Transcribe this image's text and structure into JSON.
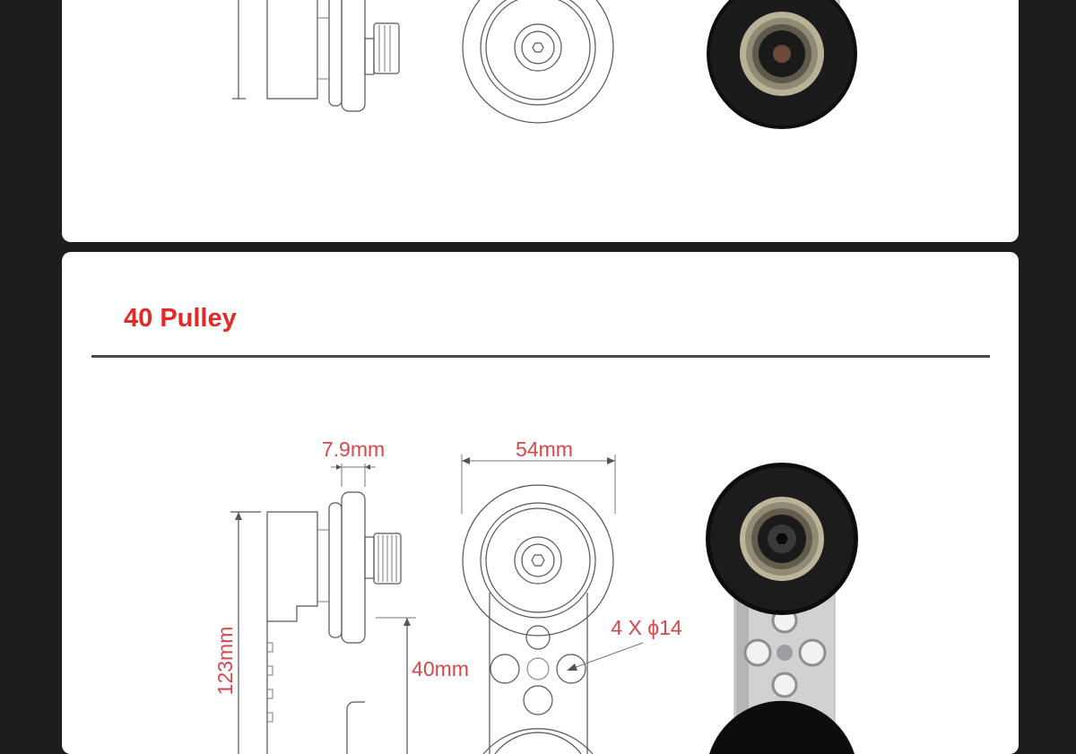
{
  "section2": {
    "title": "40 Pulley",
    "dimensions": {
      "thickness": "7.9mm",
      "width": "54mm",
      "height": "123mm",
      "spacing": "40mm",
      "holes": "4 X ϕ14"
    }
  },
  "colors": {
    "background": "#1c1d1f",
    "card": "#ffffff",
    "title": "#e42a26",
    "dimension_text": "#d7474b",
    "divider": "#4a4a4a"
  }
}
